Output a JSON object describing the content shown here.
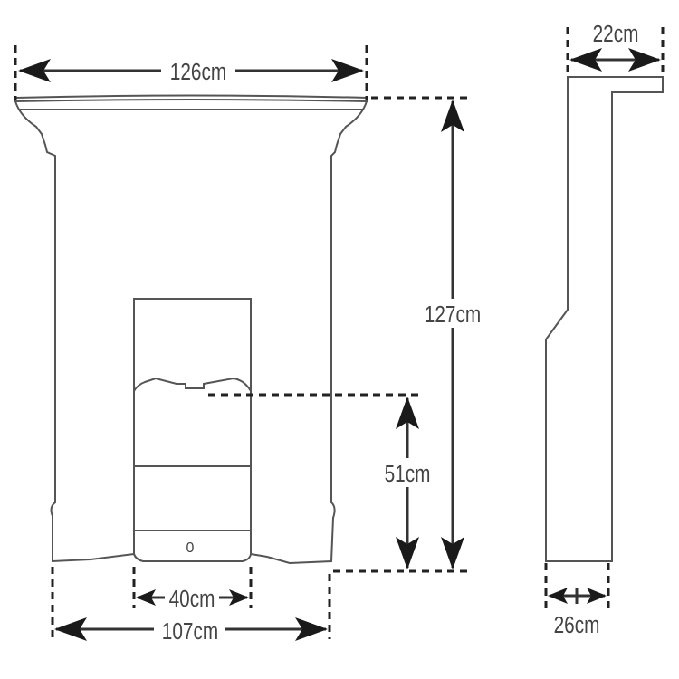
{
  "title": "Fireplace dimensions",
  "front_view": {
    "width_top": "126cm",
    "height_total": "127cm",
    "opening_height": "51cm",
    "opening_width": "40cm",
    "width_base": "107cm"
  },
  "side_view": {
    "depth_top": "22cm",
    "depth_base": "26cm"
  },
  "grate_mark": "0"
}
